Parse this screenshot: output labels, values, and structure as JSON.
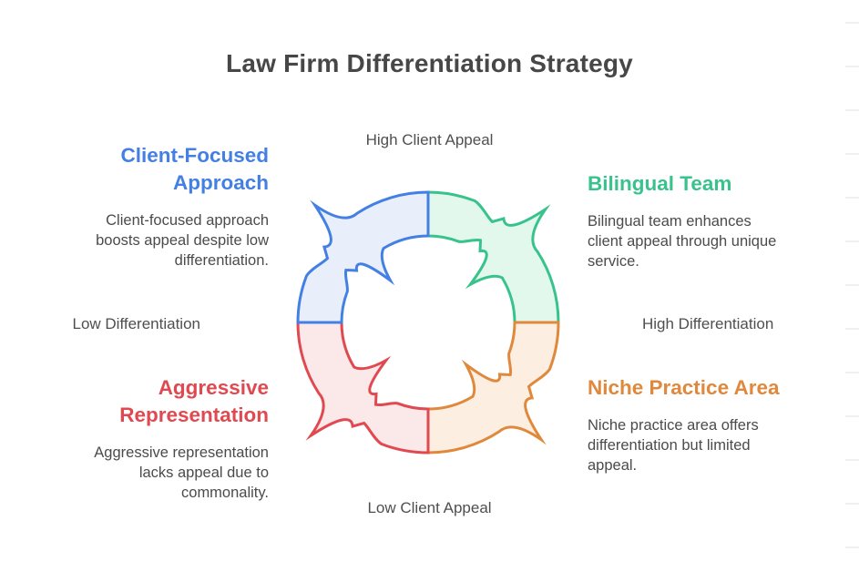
{
  "title": "Law Firm Differentiation Strategy",
  "axes": {
    "top": "High Client Appeal",
    "bottom": "Low Client Appeal",
    "left": "Low Differentiation",
    "right": "High Differentiation"
  },
  "quadrants": [
    {
      "id": "client-focused-approach",
      "position": "top-left",
      "heading": "Client-Focused Approach",
      "description": "Client-focused approach boosts appeal despite low differentiation.",
      "color": "#4480e3",
      "fill": "#e8effb"
    },
    {
      "id": "bilingual-team",
      "position": "top-right",
      "heading": "Bilingual Team",
      "description": "Bilingual team enhances client appeal through unique service.",
      "color": "#38c28c",
      "fill": "#e3f8ec"
    },
    {
      "id": "aggressive-representation",
      "position": "bottom-left",
      "heading": "Aggressive Representation",
      "description": "Aggressive representation lacks appeal due to commonality.",
      "color": "#e14950",
      "fill": "#fbe8e8"
    },
    {
      "id": "niche-practice-area",
      "position": "bottom-right",
      "heading": "Niche Practice Area",
      "description": "Niche practice area offers differentiation but limited appeal.",
      "color": "#e0883b",
      "fill": "#fcefe2"
    }
  ],
  "cycle": {
    "direction": "clockwise",
    "segment_count": 4
  }
}
